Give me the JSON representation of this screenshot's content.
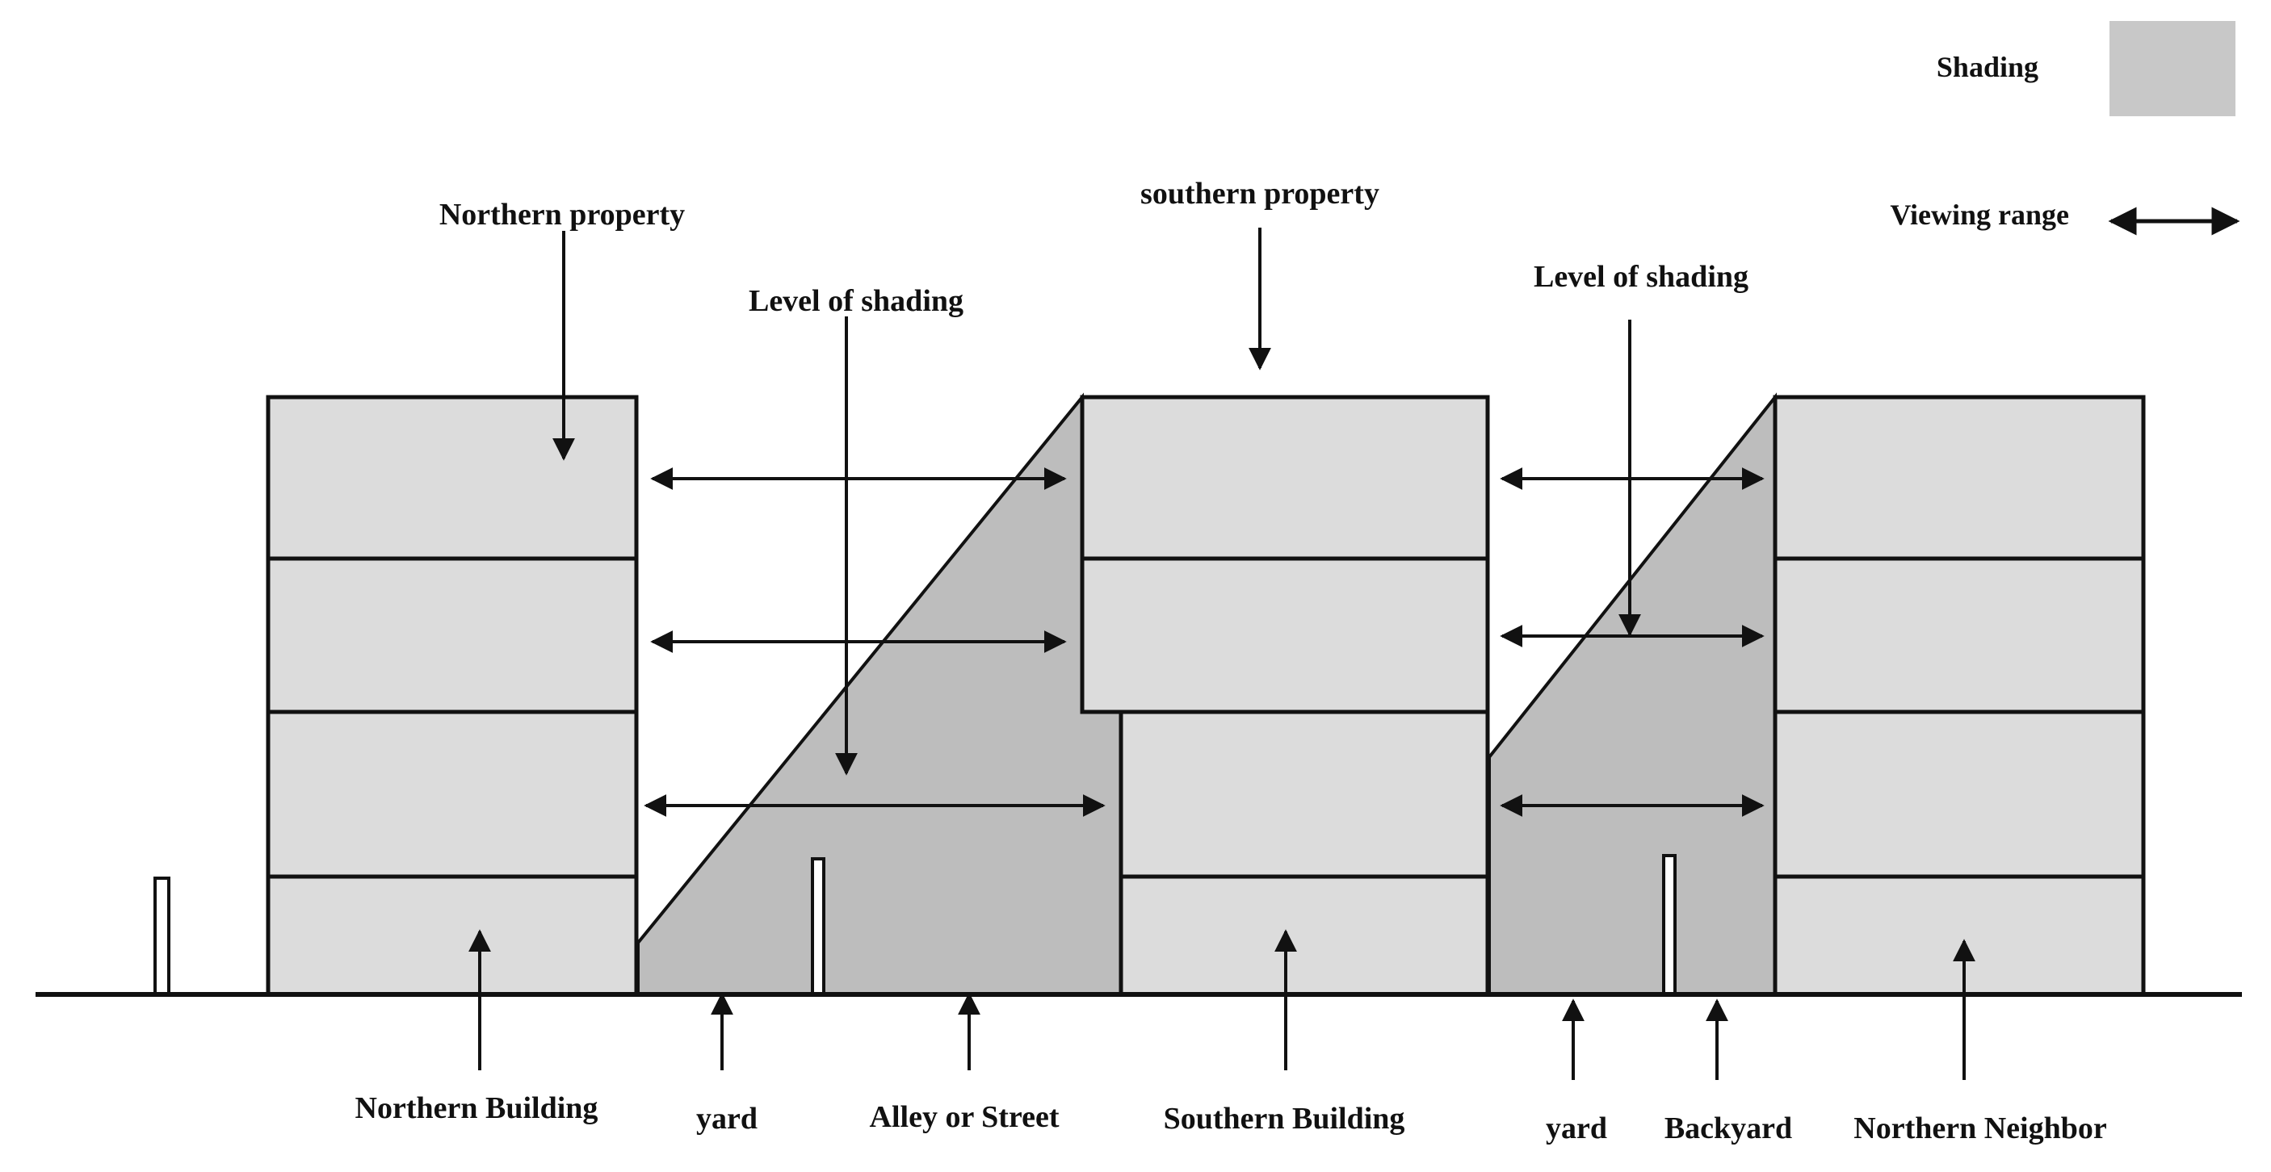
{
  "legend": {
    "shading_label": "Shading",
    "shading_color": "#c8c8c8",
    "viewing_range_label": "Viewing range"
  },
  "labels": {
    "northern_property": "Northern property",
    "southern_property": "southern property",
    "level_of_shading_left": "Level of shading",
    "level_of_shading_right": "Level of shading",
    "northern_building": "Northern Building",
    "yard_left": "yard",
    "alley_or_street": "Alley or Street",
    "southern_building": "Southern Building",
    "yard_right": "yard",
    "backyard": "Backyard",
    "northern_neighbor": "Northern Neighbor"
  },
  "colors": {
    "floor_fill": "#dcdcdc",
    "shadow_fill": "#bdbdbd",
    "line": "#111111"
  }
}
